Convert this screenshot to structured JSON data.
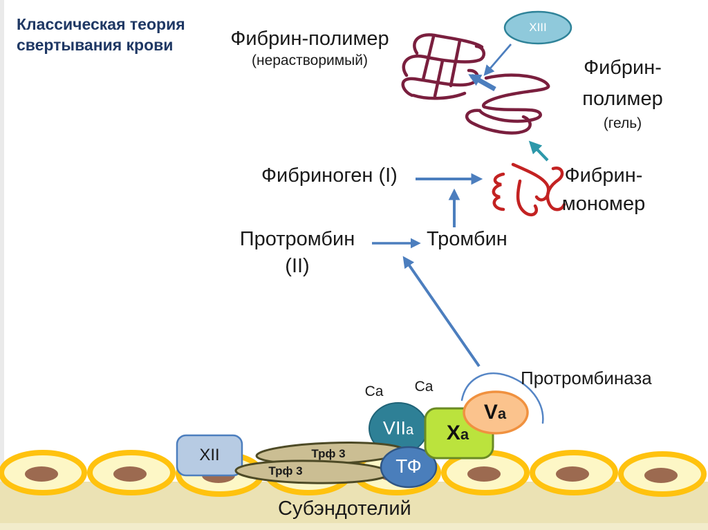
{
  "title": "Классическая теория свертывания крови",
  "labels": {
    "fibrin_polymer_insoluble": {
      "line1": "Фибрин-полимер",
      "line2": "(нерастворимый)"
    },
    "fibrin_polymer_gel": {
      "line1": "Фибрин-",
      "line2": "полимер",
      "line3": "(гель)"
    },
    "fibrinogen": "Фибриноген (I)",
    "fibrin_monomer": {
      "line1": "Фибрин-",
      "line2": "мономер"
    },
    "prothrombin": {
      "line1": "Протромбин",
      "line2": "(II)"
    },
    "thrombin": "Тромбин",
    "prothrombinase": "Протромбиназа",
    "subendothelium": "Субэндотелий",
    "ca": "Ca"
  },
  "factors": {
    "xiii": "XIII",
    "xii": "XII",
    "viia": {
      "main": "VII",
      "sub": "a"
    },
    "xa": {
      "main": "X",
      "sub": "a"
    },
    "va": {
      "main": "V",
      "sub": "a"
    },
    "tf": "ТФ",
    "trf3_upper": "Трф 3",
    "trf3_lower": "Трф 3"
  },
  "colors": {
    "title_text": "#1F3864",
    "arrow_blue": "#4C7EBE",
    "arrow_teal": "#2D98AA",
    "fibrin_polymer_stroke": "#7A1F3E",
    "fibrin_monomer_stroke": "#C32222",
    "xiii_fill": "#8FC9DB",
    "xiii_border": "#2F8399",
    "xii_fill": "#B7CBE3",
    "xii_border": "#4C7EBE",
    "viia_fill": "#2E8096",
    "viia_border": "#1F6377",
    "tf_fill": "#4A7EBB",
    "tf_border": "#2F5584",
    "xa_fill": "#BBE33D",
    "xa_border": "#6A8A24",
    "va_fill": "#FBC38D",
    "va_border": "#F0913F",
    "trf_fill": "#CBBE93",
    "trf_border": "#4D4A26",
    "band_fill": "#EBE2B4",
    "band_bottom_fill": "#F2ECCB",
    "cell_ring": "#FFC20E",
    "cell_fill": "#FDF7C6",
    "cell_nucleus": "#9C6A50"
  }
}
